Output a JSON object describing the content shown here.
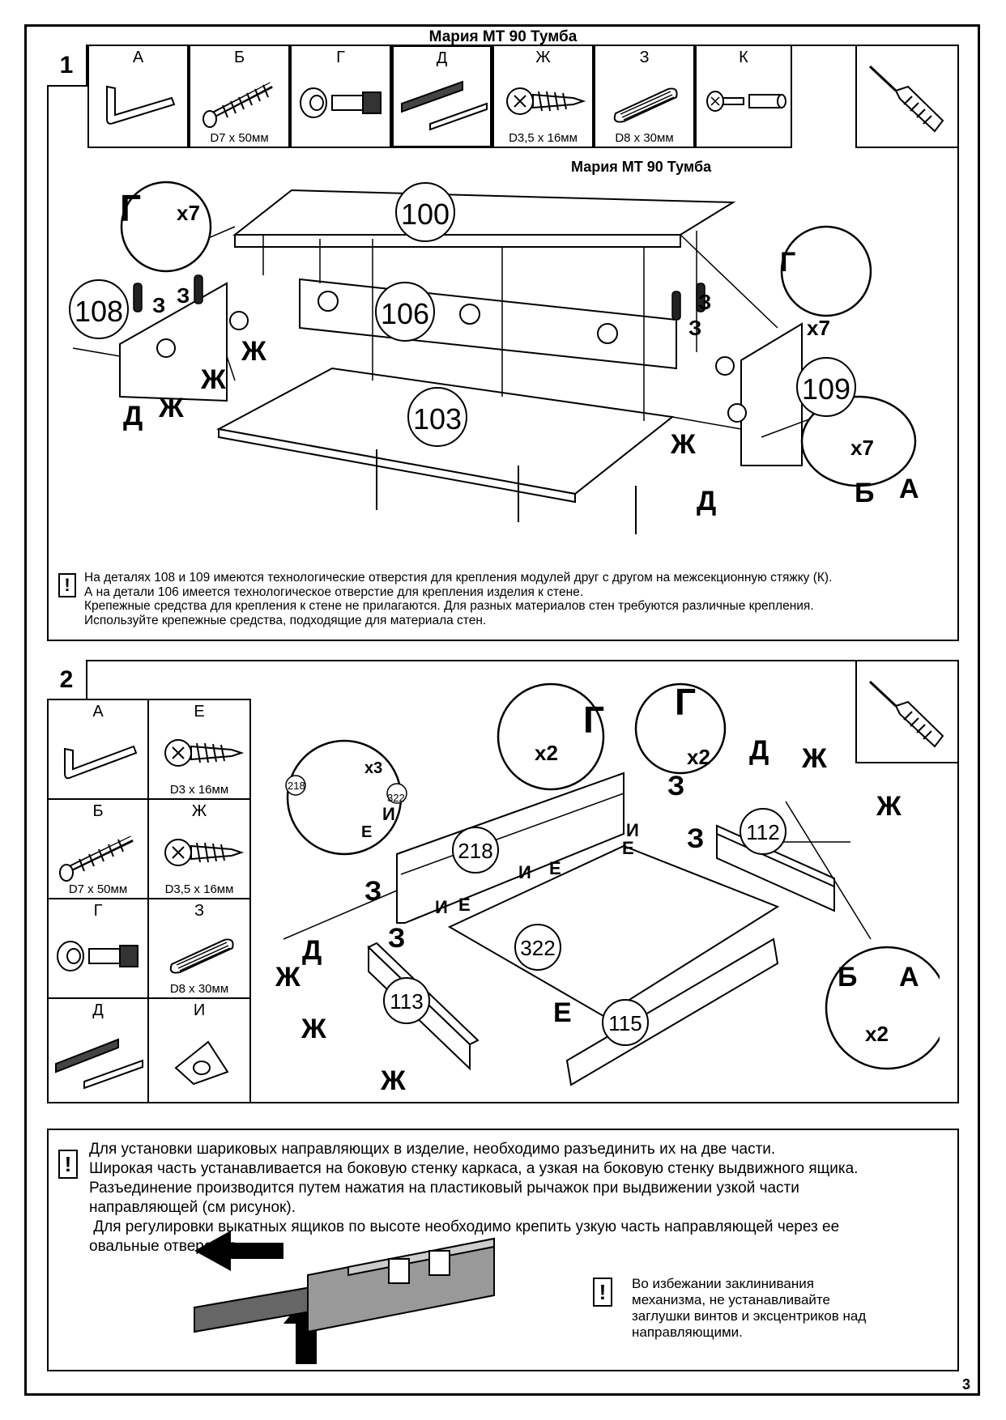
{
  "page": {
    "title": "Мария  МТ 90 Тумба",
    "page_number": "3"
  },
  "step1": {
    "number": "1",
    "parts": [
      {
        "letter": "А",
        "dim": "",
        "icon": "hex-key-icon"
      },
      {
        "letter": "Б",
        "dim": "D7 x 50мм",
        "icon": "confirmat-screw-icon"
      },
      {
        "letter": "Г",
        "dim": "",
        "icon": "cam-lock-icon"
      },
      {
        "letter": "Д",
        "dim": "",
        "icon": "drawer-slide-icon"
      },
      {
        "letter": "Ж",
        "dim": "D3,5 x 16мм",
        "icon": "wood-screw-icon"
      },
      {
        "letter": "З",
        "dim": "D8 x 30мм",
        "icon": "dowel-icon"
      },
      {
        "letter": "К",
        "dim": "",
        "icon": "connector-bolt-icon"
      }
    ],
    "subtitle": "Мария  МТ 90 Тумба",
    "callouts": {
      "g_x7": "Г",
      "x7_a": "x7",
      "g_x7_b": "Г",
      "x7_b": "x7",
      "x7_c": "x7",
      "b": "Б",
      "a": "А",
      "zh": "Ж",
      "d": "Д",
      "z": "З"
    },
    "panels": {
      "top": "100",
      "back": "106",
      "bottom": "103",
      "left": "108",
      "right": "109"
    },
    "note": [
      "На деталях 108 и 109 имеются технологические отверстия для крепления модулей друг с другом на межсекционную стяжку (К).",
      "А на детали 106 имеется технологическое отверстие для крепления изделия к стене.",
      "Крепежные средства для крепления к стене не прилагаются. Для разных материалов стен требуются различные крепления.",
      "Используйте крепежные средства, подходящие для материала стен."
    ],
    "warn_sign": "!"
  },
  "step2": {
    "number": "2",
    "parts": [
      {
        "letter": "А",
        "dim": "",
        "icon": "hex-key-icon"
      },
      {
        "letter": "Е",
        "dim": "D3 x 16мм",
        "icon": "wood-screw-icon"
      },
      {
        "letter": "Б",
        "dim": "D7 x 50мм",
        "icon": "confirmat-screw-icon"
      },
      {
        "letter": "Ж",
        "dim": "D3,5 x 16мм",
        "icon": "wood-screw-icon"
      },
      {
        "letter": "Г",
        "dim": "",
        "icon": "cam-lock-icon"
      },
      {
        "letter": "З",
        "dim": "D8 x 30мм",
        "icon": "dowel-icon"
      },
      {
        "letter": "Д",
        "dim": "",
        "icon": "drawer-slide-icon"
      },
      {
        "letter": "И",
        "dim": "",
        "icon": "corner-bracket-icon"
      }
    ],
    "panels": {
      "side_l": "113",
      "side_r": "112",
      "back": "218",
      "bottom": "322",
      "front": "115"
    },
    "callouts": {
      "x3": "x3",
      "p218": "218",
      "p322": "322",
      "i": "И",
      "e": "Е",
      "x2": "x2",
      "g": "Г",
      "d": "Д",
      "zh": "Ж",
      "z": "З",
      "b": "Б",
      "a": "А"
    }
  },
  "note_bottom": {
    "warn_sign": "!",
    "lines": [
      "Для установки шариковых направляющих в изделие, необходимо разъединить их на две части.",
      "Широкая часть устанавливается на боковую стенку каркаса, а узкая на боковую стенку выдвижного ящика.",
      "Разъединение производится путем нажатия на пластиковый рычажок при выдвижении узкой части",
      "направляющей (см рисунок).",
      " Для регулировки выкатных ящиков по высоте необходимо крепить узкую часть направляющей через ее",
      "овальные отверстия."
    ],
    "side_note": [
      "Во избежании заклинивания",
      "механизма, не устанавливайте",
      "заглушки винтов и эксцентриков над",
      "направляющими."
    ]
  }
}
